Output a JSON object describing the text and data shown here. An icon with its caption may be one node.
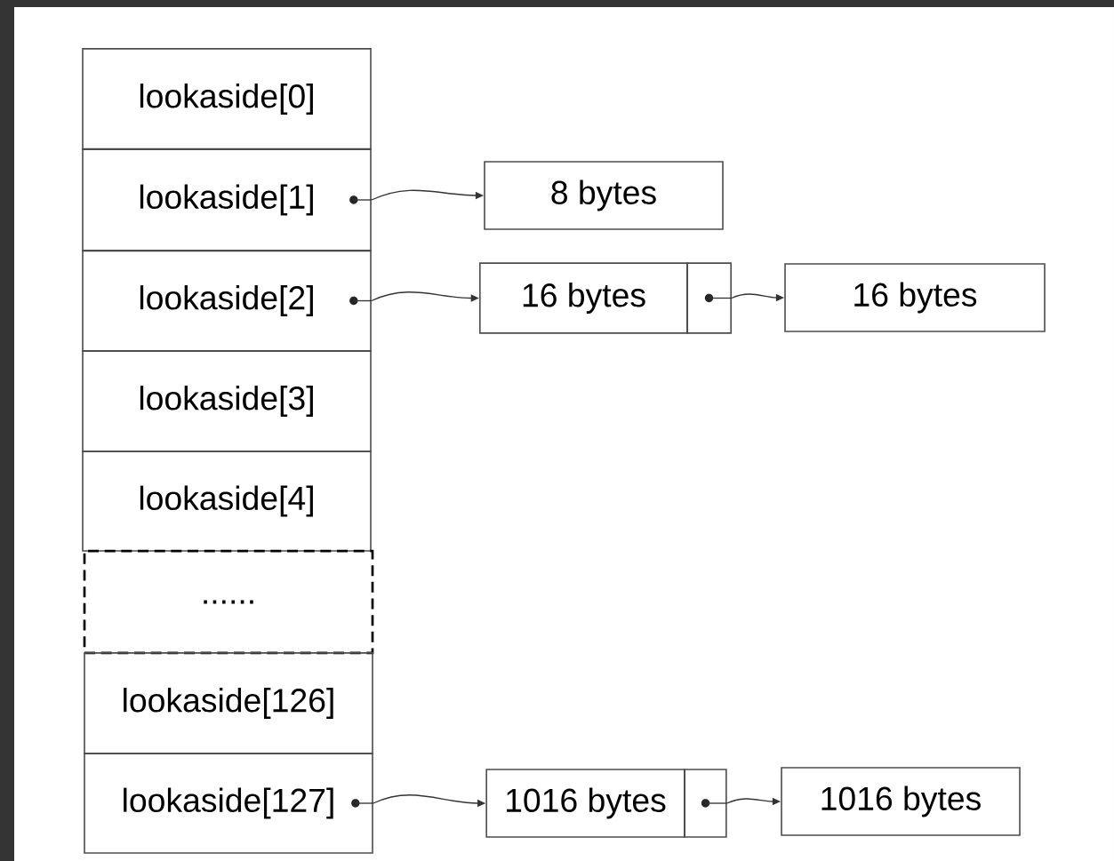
{
  "diagram": {
    "nodes": [
      {
        "text": [
          "lookaside[0]"
        ]
      },
      {
        "text": [
          "lookaside[1]"
        ]
      },
      {
        "text": [
          "8 bytes"
        ]
      },
      {
        "text": [
          "lookaside[2]"
        ]
      },
      {
        "text": [
          "16 bytes"
        ]
      },
      {
        "text": [],
        "shape": "box"
      },
      {
        "text": [
          "16 bytes"
        ]
      },
      {
        "text": [
          "lookaside[3]"
        ]
      },
      {
        "text": [
          "lookaside[4]"
        ]
      },
      {
        "text": [
          "......"
        ]
      },
      {
        "text": [
          "lookaside[126]"
        ]
      },
      {
        "text": [
          "lookaside[127]"
        ]
      },
      {
        "text": [
          "1016 bytes"
        ]
      },
      {
        "text": [],
        "shape": "box"
      },
      {
        "text": [
          "1016 bytes"
        ]
      }
    ],
    "edges": [
      {
        "from": 1,
        "to": 2,
        "arrow": "to"
      },
      {
        "from": 3,
        "to": 4,
        "arrow": "to"
      },
      {
        "from": 5,
        "to": 6,
        "arrow": "to"
      },
      {
        "from": 11,
        "to": 12,
        "arrow": "to"
      },
      {
        "from": 13,
        "to": 14,
        "arrow": "to"
      }
    ]
  }
}
